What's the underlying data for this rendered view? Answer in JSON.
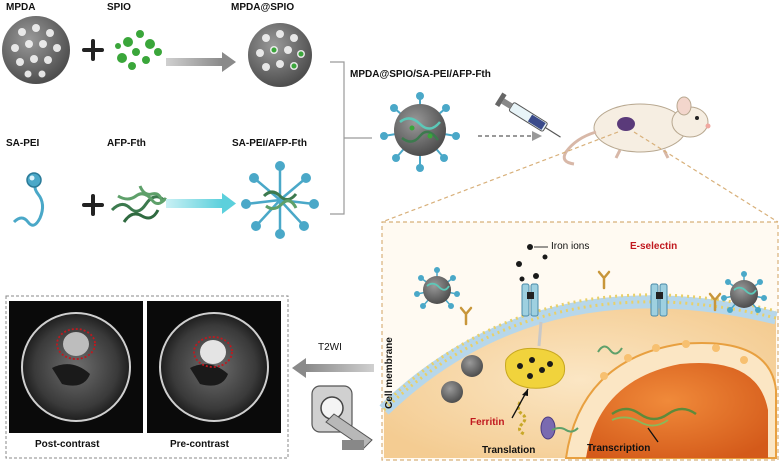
{
  "labels": {
    "mpda": "MPDA",
    "spio": "SPIO",
    "mpda_spio": "MPDA@SPIO",
    "complex": "MPDA@SPIO/SA-PEI/AFP-Fth",
    "sa_pei": "SA-PEI",
    "afp_fth": "AFP-Fth",
    "sa_pei_afp_fth": "SA-PEI/AFP-Fth",
    "iron_ions": "Iron ions",
    "e_selectin": "E-selectin",
    "cell_membrane": "Cell membrane",
    "ferritin": "Ferritin",
    "translation": "Translation",
    "transcription": "Transcription",
    "t2wi": "T2WI",
    "post_contrast": "Post-contrast",
    "pre_contrast": "Pre-contrast"
  },
  "operators": {
    "plus_1": "+",
    "plus_2": "+"
  },
  "colors": {
    "particle_gray": "#6b6b6b",
    "spio_green": "#3aa63a",
    "polymer_blue": "#4aa8c8",
    "protein_green": "#3c7a4e",
    "cell_panel_border": "#d8b07a",
    "nucleus_orange": "#e8702a",
    "ferritin_yellow": "#f1d33c",
    "highlight_red": "#c0181e",
    "mri_background": "#0a0a0a"
  },
  "icons": [
    "syringe-icon",
    "mouse-icon",
    "mri-scanner-icon",
    "receptor-icon",
    "channel-icon"
  ]
}
